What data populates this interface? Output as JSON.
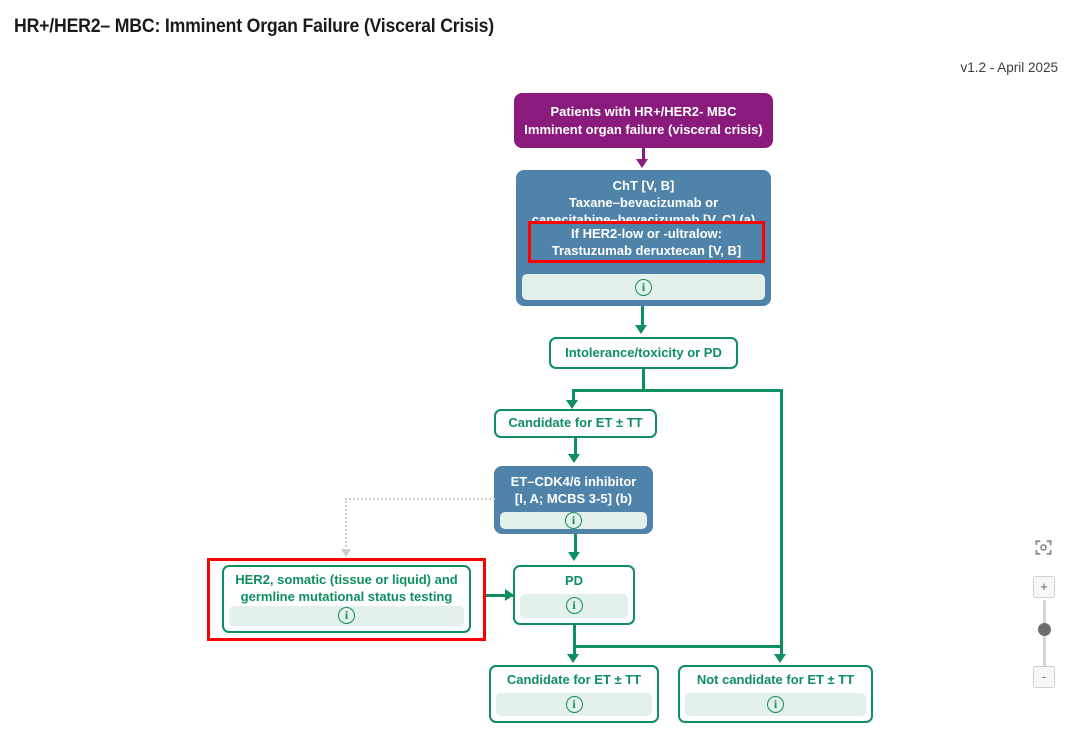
{
  "header": {
    "title": "HR+/HER2– MBC: Imminent Organ Failure (Visceral Crisis)",
    "version": "v1.2 - April 2025"
  },
  "colors": {
    "purple": "#8a1b7d",
    "blue": "#4f83aa",
    "green": "#0e8f5e",
    "info_bar": "#e4f0ea",
    "highlight_red": "#ff0000",
    "dotted_grey": "#c9cdcb"
  },
  "icons": {
    "info": "i",
    "reset_view": "reset-view-icon",
    "zoom_in": "+",
    "zoom_out": "-"
  },
  "nodes": {
    "start": {
      "line1": "Patients with HR+/HER2- MBC",
      "line2": "Imminent organ failure (visceral crisis)"
    },
    "cht": {
      "line1": "ChT [V, B]",
      "line2": "Taxane–bevacizumab or",
      "line3": "capecitabine–bevacizumab [V, C] (a)",
      "highlight_line1": "If HER2-low or -ultralow:",
      "highlight_line2": "Trastuzumab deruxtecan [V, B]"
    },
    "intolerance": {
      "label": "Intolerance/toxicity or PD"
    },
    "candidate_et_1": {
      "label": "Candidate for ET ± TT"
    },
    "et_cdk": {
      "line1": "ET–CDK4/6 inhibitor",
      "line2": "[I, A; MCBS 3-5] (b)"
    },
    "her2_testing": {
      "line1": "HER2, somatic (tissue or liquid) and",
      "line2": "germline mutational status testing"
    },
    "pd": {
      "label": "PD"
    },
    "candidate_et_2": {
      "label": "Candidate for ET ± TT"
    },
    "not_candidate_et": {
      "label": "Not candidate for ET ± TT"
    }
  }
}
